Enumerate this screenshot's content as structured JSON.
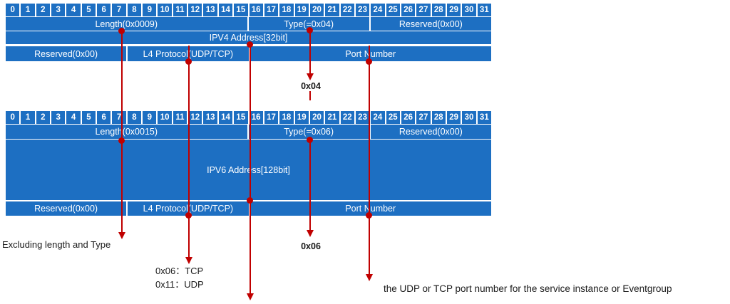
{
  "colors": {
    "table_blue": "#1D6FC2",
    "connector_red": "#C00000",
    "table_text": "#FFFFFF",
    "note_text": "#1A1A1A"
  },
  "bits": [
    "0",
    "1",
    "2",
    "3",
    "4",
    "5",
    "6",
    "7",
    "8",
    "9",
    "10",
    "11",
    "12",
    "13",
    "14",
    "15",
    "16",
    "17",
    "18",
    "19",
    "20",
    "21",
    "22",
    "23",
    "24",
    "25",
    "26",
    "27",
    "28",
    "29",
    "30",
    "31"
  ],
  "table1": {
    "length": "Length(0x0009)",
    "type": "Type(=0x04)",
    "reserved_top": "Reserved(0x00)",
    "address": "IPV4 Address[32bit]",
    "reserved_bottom": "Reserved(0x00)",
    "l4_protocol": "L4 Protocol(UDP/TCP)",
    "port": "Port Number"
  },
  "table2": {
    "length": "Length(0x0015)",
    "type": "Type(=0x06)",
    "reserved_top": "Reserved(0x00)",
    "address": "IPV6 Address[128bit]",
    "reserved_bottom": "Reserved(0x00)",
    "l4_protocol": "L4 Protocol(UDP/TCP)",
    "port": "Port Number"
  },
  "annotations": {
    "type1_value": "0x04",
    "type2_value": "0x06",
    "length_note": "Excluding length and Type",
    "l4_values_line1": "0x06：TCP",
    "l4_values_line2": "0x11：UDP",
    "port_note": "the UDP or TCP port number for the service instance or Eventgroup"
  }
}
